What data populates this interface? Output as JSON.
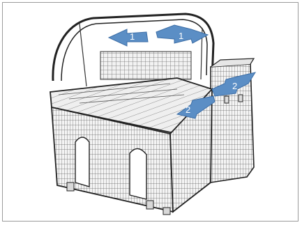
{
  "figure": {
    "icon": "cutlery-basket-illustration",
    "callouts": [
      {
        "label": "1",
        "color": "#5b8ec5"
      },
      {
        "label": "1",
        "color": "#5b8ec5"
      },
      {
        "label": "2",
        "color": "#5b8ec5"
      },
      {
        "label": "2",
        "color": "#5b8ec5"
      }
    ]
  }
}
